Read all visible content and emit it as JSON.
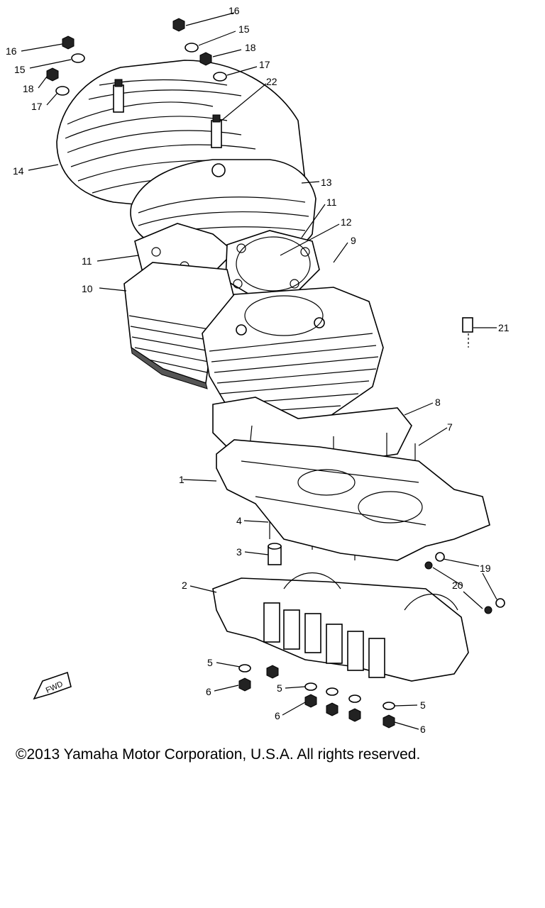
{
  "diagram": {
    "callouts": [
      "1",
      "2",
      "3",
      "4",
      "5",
      "6",
      "7",
      "8",
      "9",
      "10",
      "11",
      "12",
      "13",
      "14",
      "15",
      "16",
      "17",
      "18",
      "19",
      "20",
      "21",
      "22"
    ],
    "labels": {
      "c1": "1",
      "c2": "2",
      "c3": "3",
      "c4": "4",
      "c5a": "5",
      "c5b": "5",
      "c5c": "5",
      "c6a": "6",
      "c6b": "6",
      "c6c": "6",
      "c7": "7",
      "c8": "8",
      "c9": "9",
      "c10": "10",
      "c11a": "11",
      "c11b": "11",
      "c12": "12",
      "c13": "13",
      "c14": "14",
      "c15a": "15",
      "c15b": "15",
      "c16a": "16",
      "c16b": "16",
      "c17a": "17",
      "c17b": "17",
      "c18a": "18",
      "c18b": "18",
      "c19": "19",
      "c20": "20",
      "c21": "21",
      "c22": "22"
    },
    "fwd_label": "FWD"
  },
  "footer": {
    "copyright": "©2013 Yamaha Motor Corporation, U.S.A. All rights reserved."
  }
}
